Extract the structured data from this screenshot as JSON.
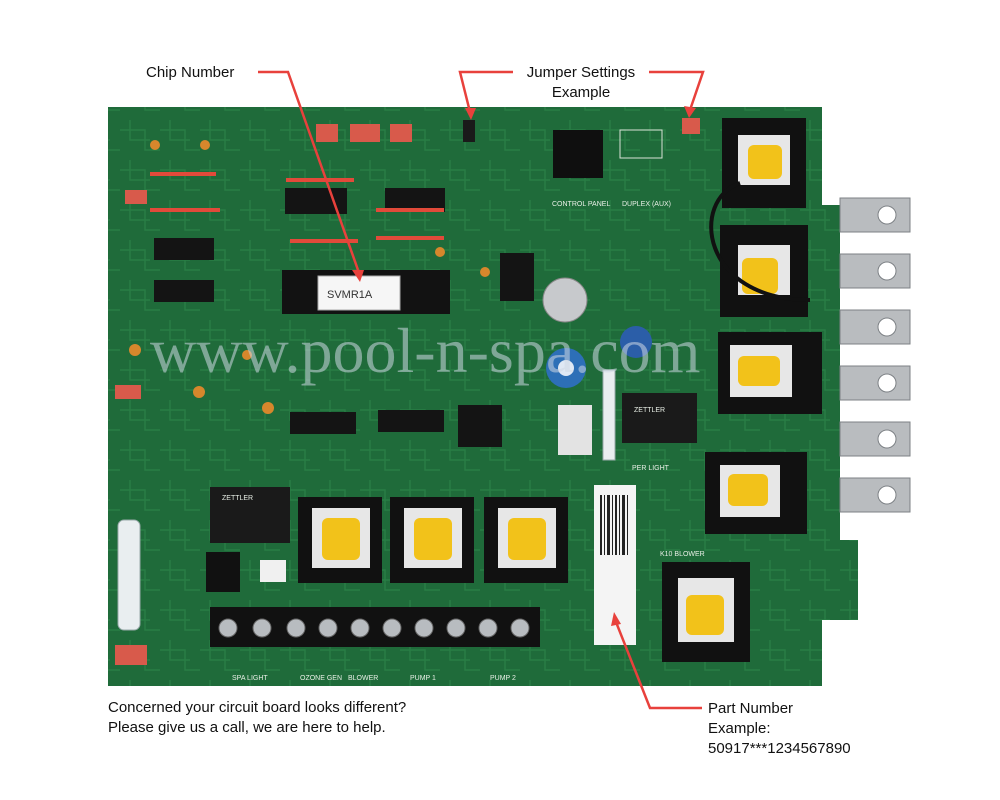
{
  "annotations": {
    "chip_number": "Chip Number",
    "jumper_line1": "Jumper Settings",
    "jumper_line2": "Example",
    "part_line1": "Part Number",
    "part_line2": "Example:",
    "part_line3": "50917***1234567890"
  },
  "caption": {
    "line1": "Concerned your circuit board looks different?",
    "line2": "Please give us a call, we are here to help."
  },
  "board": {
    "chip_label": "SVMR1A",
    "watermark": "www.pool-n-spa.com",
    "relay_brand": "ZETTLER",
    "silkscreen": {
      "spa_light": "SPA LIGHT",
      "ozone_gen": "OZONE GEN",
      "blower": "BLOWER",
      "pump1": "PUMP 1",
      "pump2": "PUMP 2",
      "control_panel": "CONTROL PANEL",
      "duplex_aux": "DUPLEX (AUX)",
      "blower_relay": "K10 BLOWER",
      "per_light": "PER LIGHT"
    }
  },
  "colors": {
    "board": "#1f6b3a",
    "annotation_arrow": "#e8413c",
    "relay_coil": "#f2c21a"
  }
}
